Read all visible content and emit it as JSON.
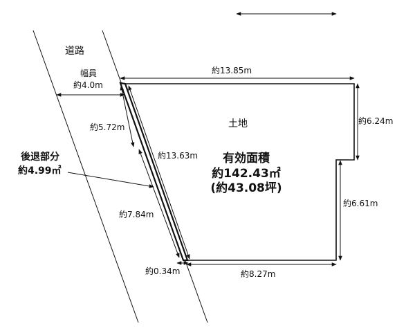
{
  "road": {
    "label": "道路",
    "width_title": "幅員",
    "width_value": "約4.0m"
  },
  "land_label": "土地",
  "effective_area": {
    "title": "有効面積",
    "sqm": "約142.43㎡",
    "tsubo": "(約43.08坪)"
  },
  "setback": {
    "title": "後退部分",
    "area": "約4.99㎡"
  },
  "dimensions": {
    "top": "約13.85m",
    "right_upper": "約6.24m",
    "right_lower": "約6.61m",
    "bottom": "約8.27m",
    "diagonal": "約13.63m",
    "left_upper": "約5.72m",
    "left_lower": "約7.84m",
    "bottom_small": "約0.34m"
  }
}
